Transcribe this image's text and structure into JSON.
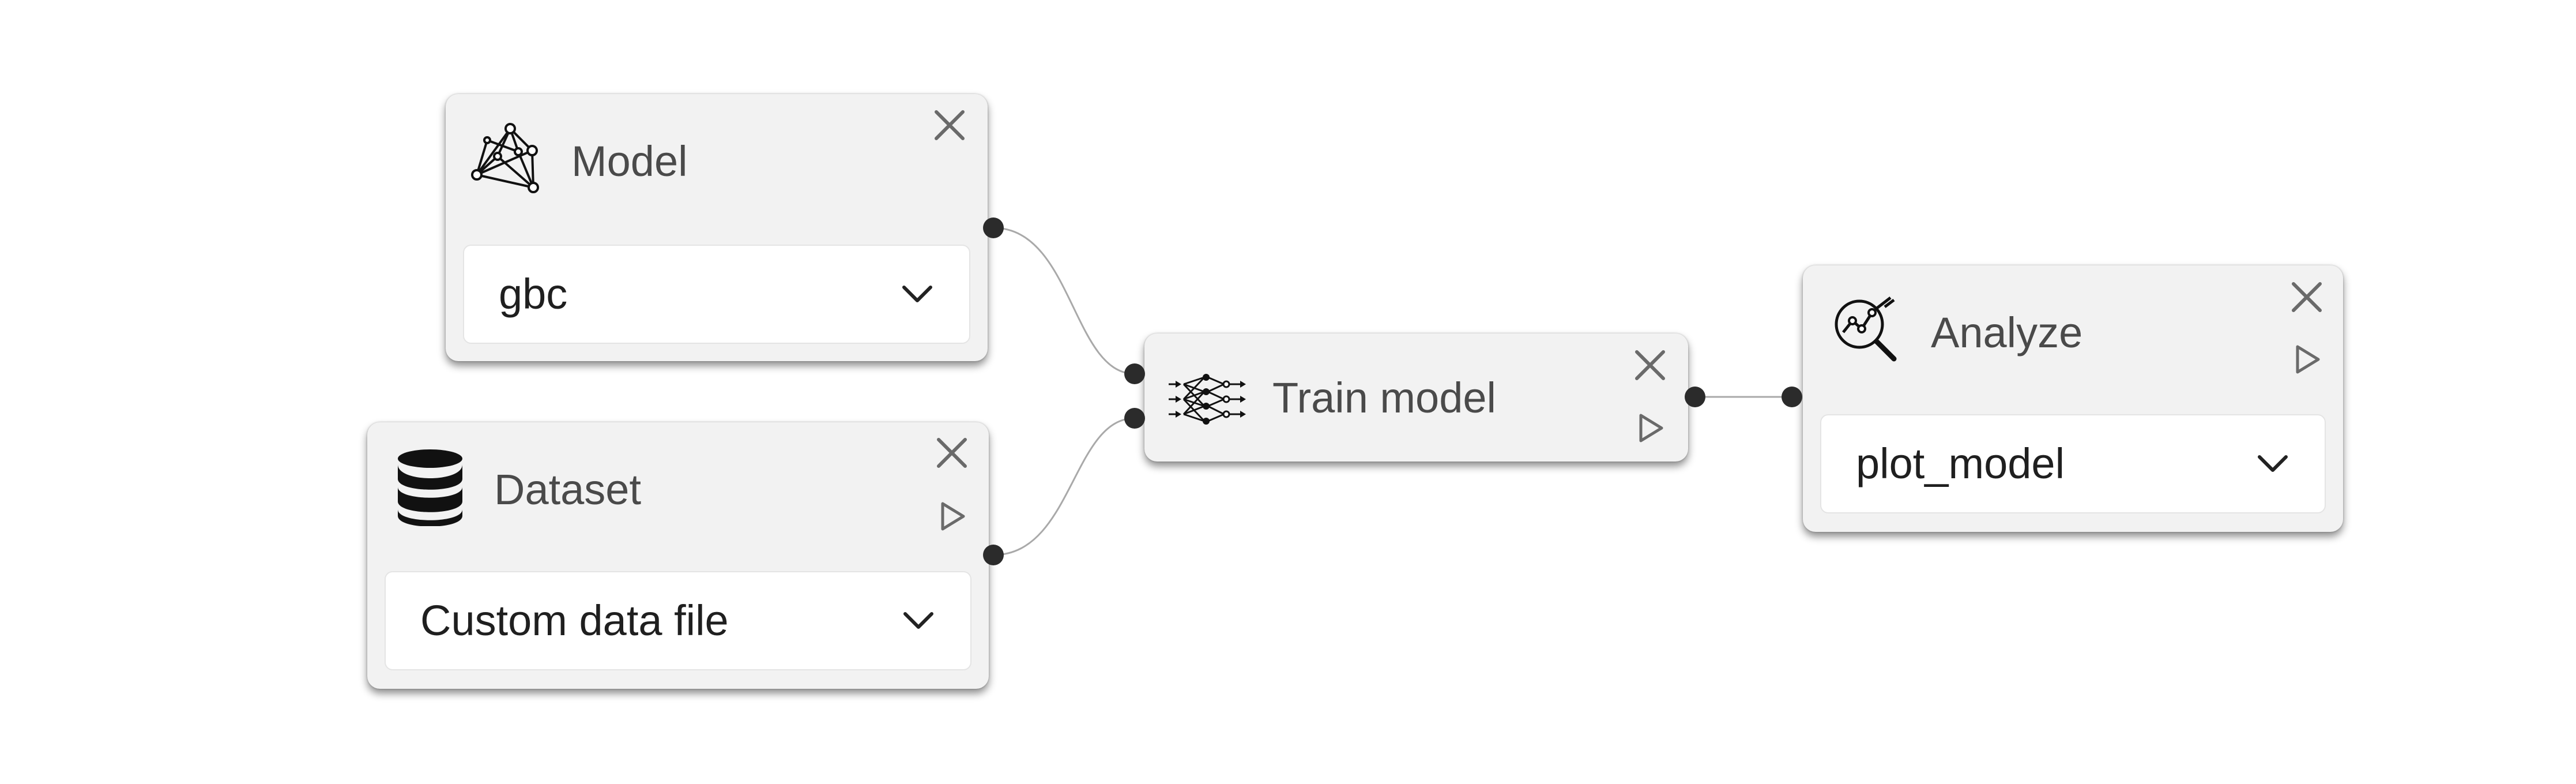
{
  "nodes": {
    "model": {
      "title": "Model",
      "icon": "network-graph-icon",
      "value": "gbc"
    },
    "dataset": {
      "title": "Dataset",
      "icon": "database-icon",
      "value": "Custom data file"
    },
    "train": {
      "title": "Train model",
      "icon": "neural-network-icon"
    },
    "analyze": {
      "title": "Analyze",
      "icon": "chart-magnifier-icon",
      "value": "plot_model"
    }
  },
  "colors": {
    "node_background": "#f2f2f2",
    "port": "#2b2b2b",
    "wire": "#a9a9a9",
    "title_text": "#4a4a4a"
  }
}
